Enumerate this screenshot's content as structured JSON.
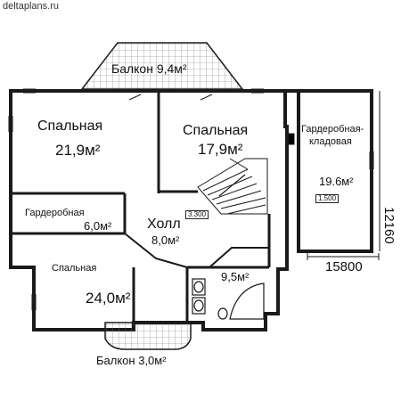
{
  "site": "deltaplans.ru",
  "rooms": {
    "balcony_top": {
      "name": "Балкон",
      "area": "9,4м²"
    },
    "bedroom_1": {
      "name": "Спальная",
      "area": "21,9м²"
    },
    "bedroom_2": {
      "name": "Спальная",
      "area": "17,9м²"
    },
    "storage": {
      "name_line1": "Гардеробная-",
      "name_line2": "кладовая",
      "area": "19.6м²",
      "mark": "1.500"
    },
    "wardrobe": {
      "name": "Гардеробная",
      "area": "6,0м²"
    },
    "hall": {
      "name": "Холл",
      "area": "8,0м²",
      "mark": "3.300"
    },
    "bathroom": {
      "area": "9,5м²"
    },
    "bedroom_3": {
      "name": "Спальная",
      "area": "24,0м²"
    },
    "balcony_bottom": {
      "name": "Балкон",
      "area": "3,0м²"
    }
  },
  "dimensions": {
    "width": "15800",
    "depth": "12160"
  },
  "colors": {
    "wall": "#1a1a1a",
    "hatch": "#555555",
    "background": "#ffffff"
  }
}
